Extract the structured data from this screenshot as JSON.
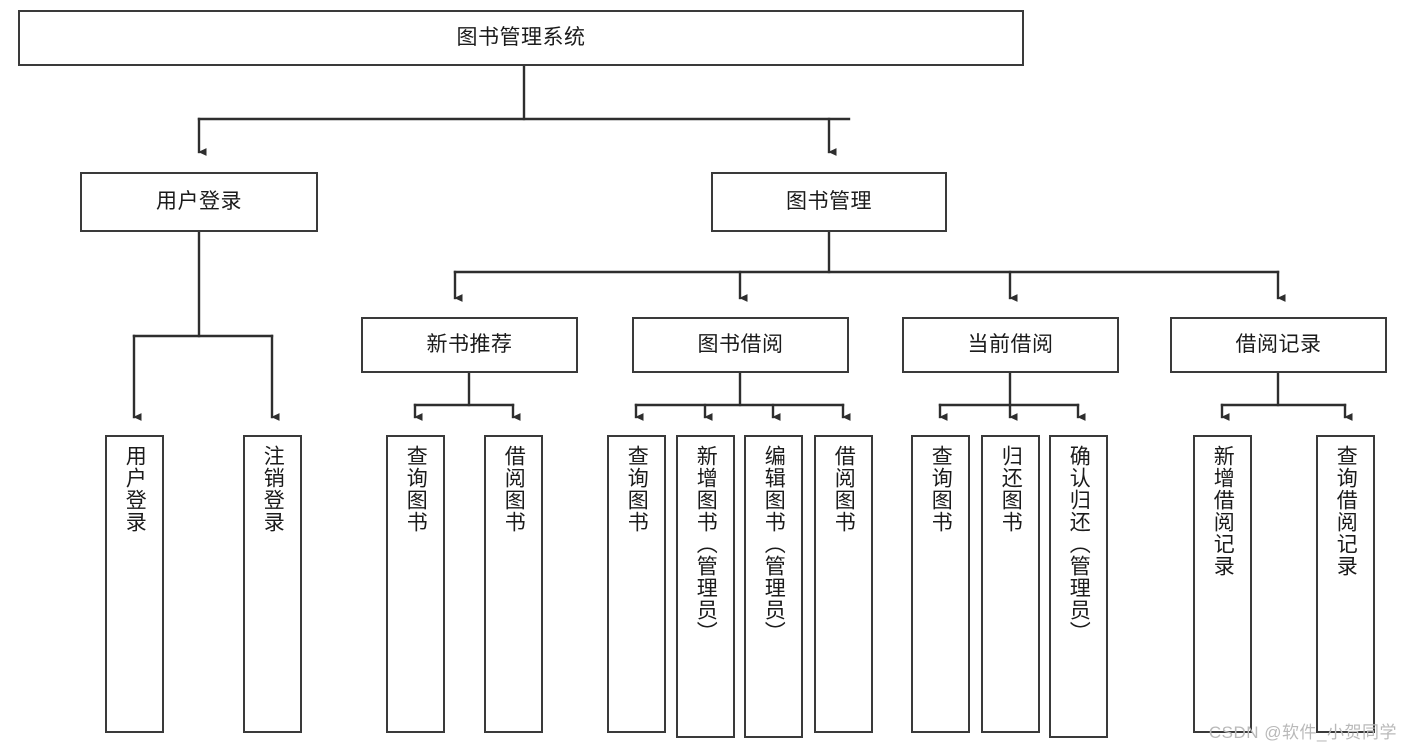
{
  "diagram": {
    "title": "图书管理系统",
    "watermark": "CSDN @软件_小贺同学",
    "accent_color": "#3a3a3a",
    "background_color": "#ffffff",
    "root": {
      "id": "root",
      "label": "图书管理系统"
    },
    "level2": [
      {
        "id": "user-login",
        "label": "用户登录"
      },
      {
        "id": "book-management",
        "label": "图书管理"
      }
    ],
    "level3": [
      {
        "id": "new-book-recommend",
        "label": "新书推荐"
      },
      {
        "id": "book-borrow",
        "label": "图书借阅"
      },
      {
        "id": "current-borrow",
        "label": "当前借阅"
      },
      {
        "id": "borrow-record",
        "label": "借阅记录"
      }
    ],
    "leaves": {
      "user_login": [
        {
          "id": "leaf-user-login",
          "label": "用户登录"
        },
        {
          "id": "leaf-logout-login",
          "label": "注销登录"
        }
      ],
      "new_book_recommend": [
        {
          "id": "leaf-query-book-1",
          "label": "查询图书"
        },
        {
          "id": "leaf-borrow-book-1",
          "label": "借阅图书"
        }
      ],
      "book_borrow": [
        {
          "id": "leaf-query-book-2",
          "label": "查询图书"
        },
        {
          "id": "leaf-add-book-admin",
          "label": "新增图书（管理员）"
        },
        {
          "id": "leaf-edit-book-admin",
          "label": "编辑图书（管理员）"
        },
        {
          "id": "leaf-borrow-book-2",
          "label": "借阅图书"
        }
      ],
      "current_borrow": [
        {
          "id": "leaf-query-book-3",
          "label": "查询图书"
        },
        {
          "id": "leaf-return-book",
          "label": "归还图书"
        },
        {
          "id": "leaf-confirm-return-admin",
          "label": "确认归还（管理员）"
        }
      ],
      "borrow_record": [
        {
          "id": "leaf-add-borrow-record",
          "label": "新增借阅记录"
        },
        {
          "id": "leaf-query-borrow-record",
          "label": "查询借阅记录"
        }
      ]
    }
  }
}
